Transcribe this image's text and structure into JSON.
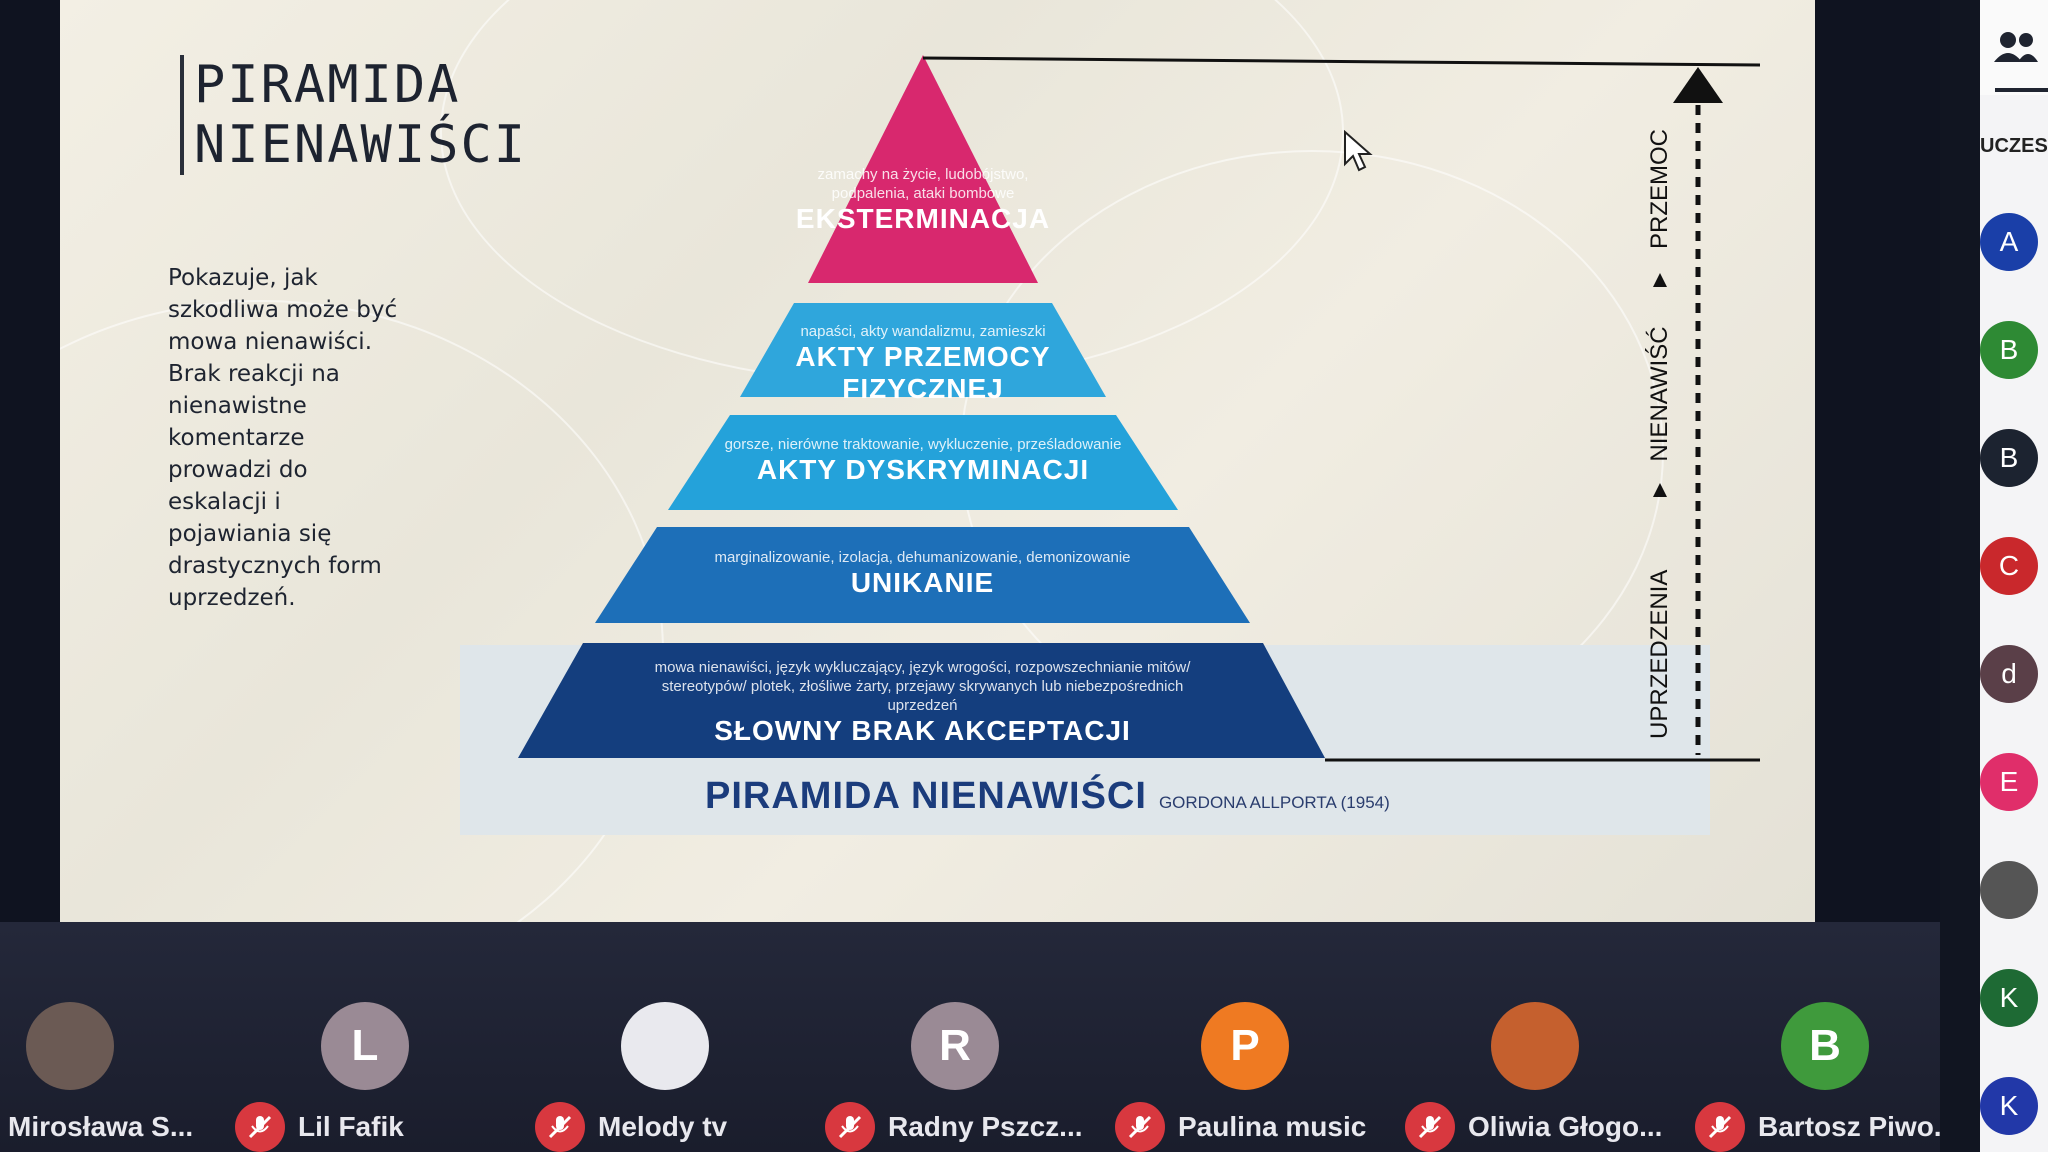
{
  "slide": {
    "title": "PIRAMIDA\nNIENAWIŚCI",
    "description": "Pokazuje, jak szkodliwa może być mowa nienawiści. Brak reakcji na nienawistne komentarze prowadzi do eskalacji i pojawiania się drastycznych form uprzedzeń."
  },
  "pyramid": {
    "tiers": [
      {
        "name": "EKSTERMINACJA",
        "sub": "zamachy na życie, ludobójstwo, podpalenia, ataki bombowe",
        "color": "#d8286e"
      },
      {
        "name": "AKTY PRZEMOCY FIZYCZNEJ",
        "sub": "napaści, akty wandalizmu, zamieszki",
        "color": "#2fa6dc"
      },
      {
        "name": "AKTY DYSKRYMINACJI",
        "sub": "gorsze, nierówne traktowanie, wykluczenie, prześladowanie",
        "color": "#24a2da"
      },
      {
        "name": "UNIKANIE",
        "sub": "marginalizowanie, izolacja, dehumanizowanie, demonizowanie",
        "color": "#1d6fb8"
      },
      {
        "name": "SŁOWNY BRAK AKCEPTACJI",
        "sub": "mowa nienawiści, język wykluczający, język wrogości, rozpowszechnianie mitów/ stereotypów/ plotek, złośliwe żarty, przejawy skrywanych lub niebezpośrednich uprzedzeń",
        "color": "#143e7e"
      }
    ],
    "axis": [
      "UPRZEDZENIA",
      "NIENAWIŚĆ",
      "PRZEMOC"
    ],
    "caption": "PIRAMIDA NIENAWIŚCI",
    "caption_author": "GORDONA ALLPORTA (1954)"
  },
  "participants": [
    {
      "name": "Mirosława S...",
      "initial": "",
      "avatar_color": "#6b5a54",
      "muted": false
    },
    {
      "name": "Lil Fafik",
      "initial": "L",
      "avatar_color": "#9a8a95",
      "muted": true
    },
    {
      "name": "Melody tv",
      "initial": "",
      "avatar_color": "#e9e9ee",
      "muted": true
    },
    {
      "name": "Radny Pszcz...",
      "initial": "R",
      "avatar_color": "#9a8a95",
      "muted": true
    },
    {
      "name": "Paulina music",
      "initial": "P",
      "avatar_color": "#ef7a22",
      "muted": true
    },
    {
      "name": "Oliwia Głogo...",
      "initial": "",
      "avatar_color": "#c5602e",
      "muted": true
    },
    {
      "name": "Bartosz Piwo...",
      "initial": "B",
      "avatar_color": "#3f9a3c",
      "muted": true
    }
  ],
  "side_panel": {
    "label": "UCZES",
    "avatars": [
      {
        "initial": "A",
        "color": "#1a3fa8"
      },
      {
        "initial": "B",
        "color": "#2e8a34"
      },
      {
        "initial": "B",
        "color": "#1c2330"
      },
      {
        "initial": "C",
        "color": "#c9282c"
      },
      {
        "initial": "d",
        "color": "#5a3f48"
      },
      {
        "initial": "E",
        "color": "#e02e6a"
      },
      {
        "initial": "",
        "color": "#555555"
      },
      {
        "initial": "K",
        "color": "#1e6a34"
      },
      {
        "initial": "K",
        "color": "#2238a8"
      }
    ]
  }
}
